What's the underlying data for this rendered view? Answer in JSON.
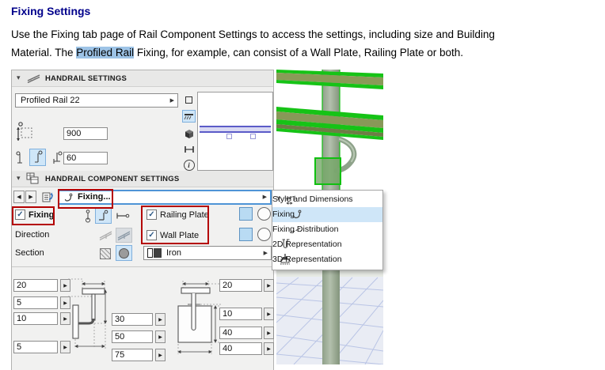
{
  "icons": {
    "collapse": "▾",
    "prev": "◀",
    "next": "▶",
    "stepper": "▶",
    "dropdown": "▶",
    "chevron": "∨",
    "check": "✓",
    "info": "i"
  },
  "colors": {
    "title_navy": "#00008b",
    "text_highlight_blue": "#9dc3e6",
    "annotation_red": "#b40000",
    "selection_blue": "#cfe6f8",
    "model_green": "#14c314",
    "preview_rail_blue": "#5b5bc8"
  },
  "doc": {
    "title": "Fixing Settings",
    "paragraph_line1": "Use the Fixing tab page of Rail Component Settings to access the settings, including size and Building",
    "paragraph_line2_pre": "Material. The ",
    "paragraph_highlight": "Profiled Rail",
    "paragraph_line2_post": " Fixing, for example, can consist of a Wall Plate, Railing Plate or both."
  },
  "dialog": {
    "handrail_panel": {
      "title": "HANDRAIL SETTINGS",
      "rail_type": "Profiled Rail 22",
      "height": "900",
      "post_offset": "60"
    },
    "component_panel": {
      "title": "HANDRAIL COMPONENT SETTINGS",
      "component": "Fixing...",
      "fixing": "Fixing",
      "railing_plate": "Railing Plate",
      "wall_plate": "Wall Plate",
      "direction": "Direction",
      "section": "Section",
      "material": "Iron"
    },
    "dimensions": {
      "left": [
        "20",
        "5",
        "10",
        "5"
      ],
      "middle": [
        "30",
        "50",
        "75"
      ],
      "right": [
        "20",
        "10",
        "40",
        "40"
      ]
    }
  },
  "popup": {
    "items": [
      {
        "label": "Style and Dimensions"
      },
      {
        "label": "Fixing"
      },
      {
        "label": "Fixing Distribution"
      },
      {
        "label": "2D Representation"
      },
      {
        "label": "3D Representation"
      }
    ]
  }
}
